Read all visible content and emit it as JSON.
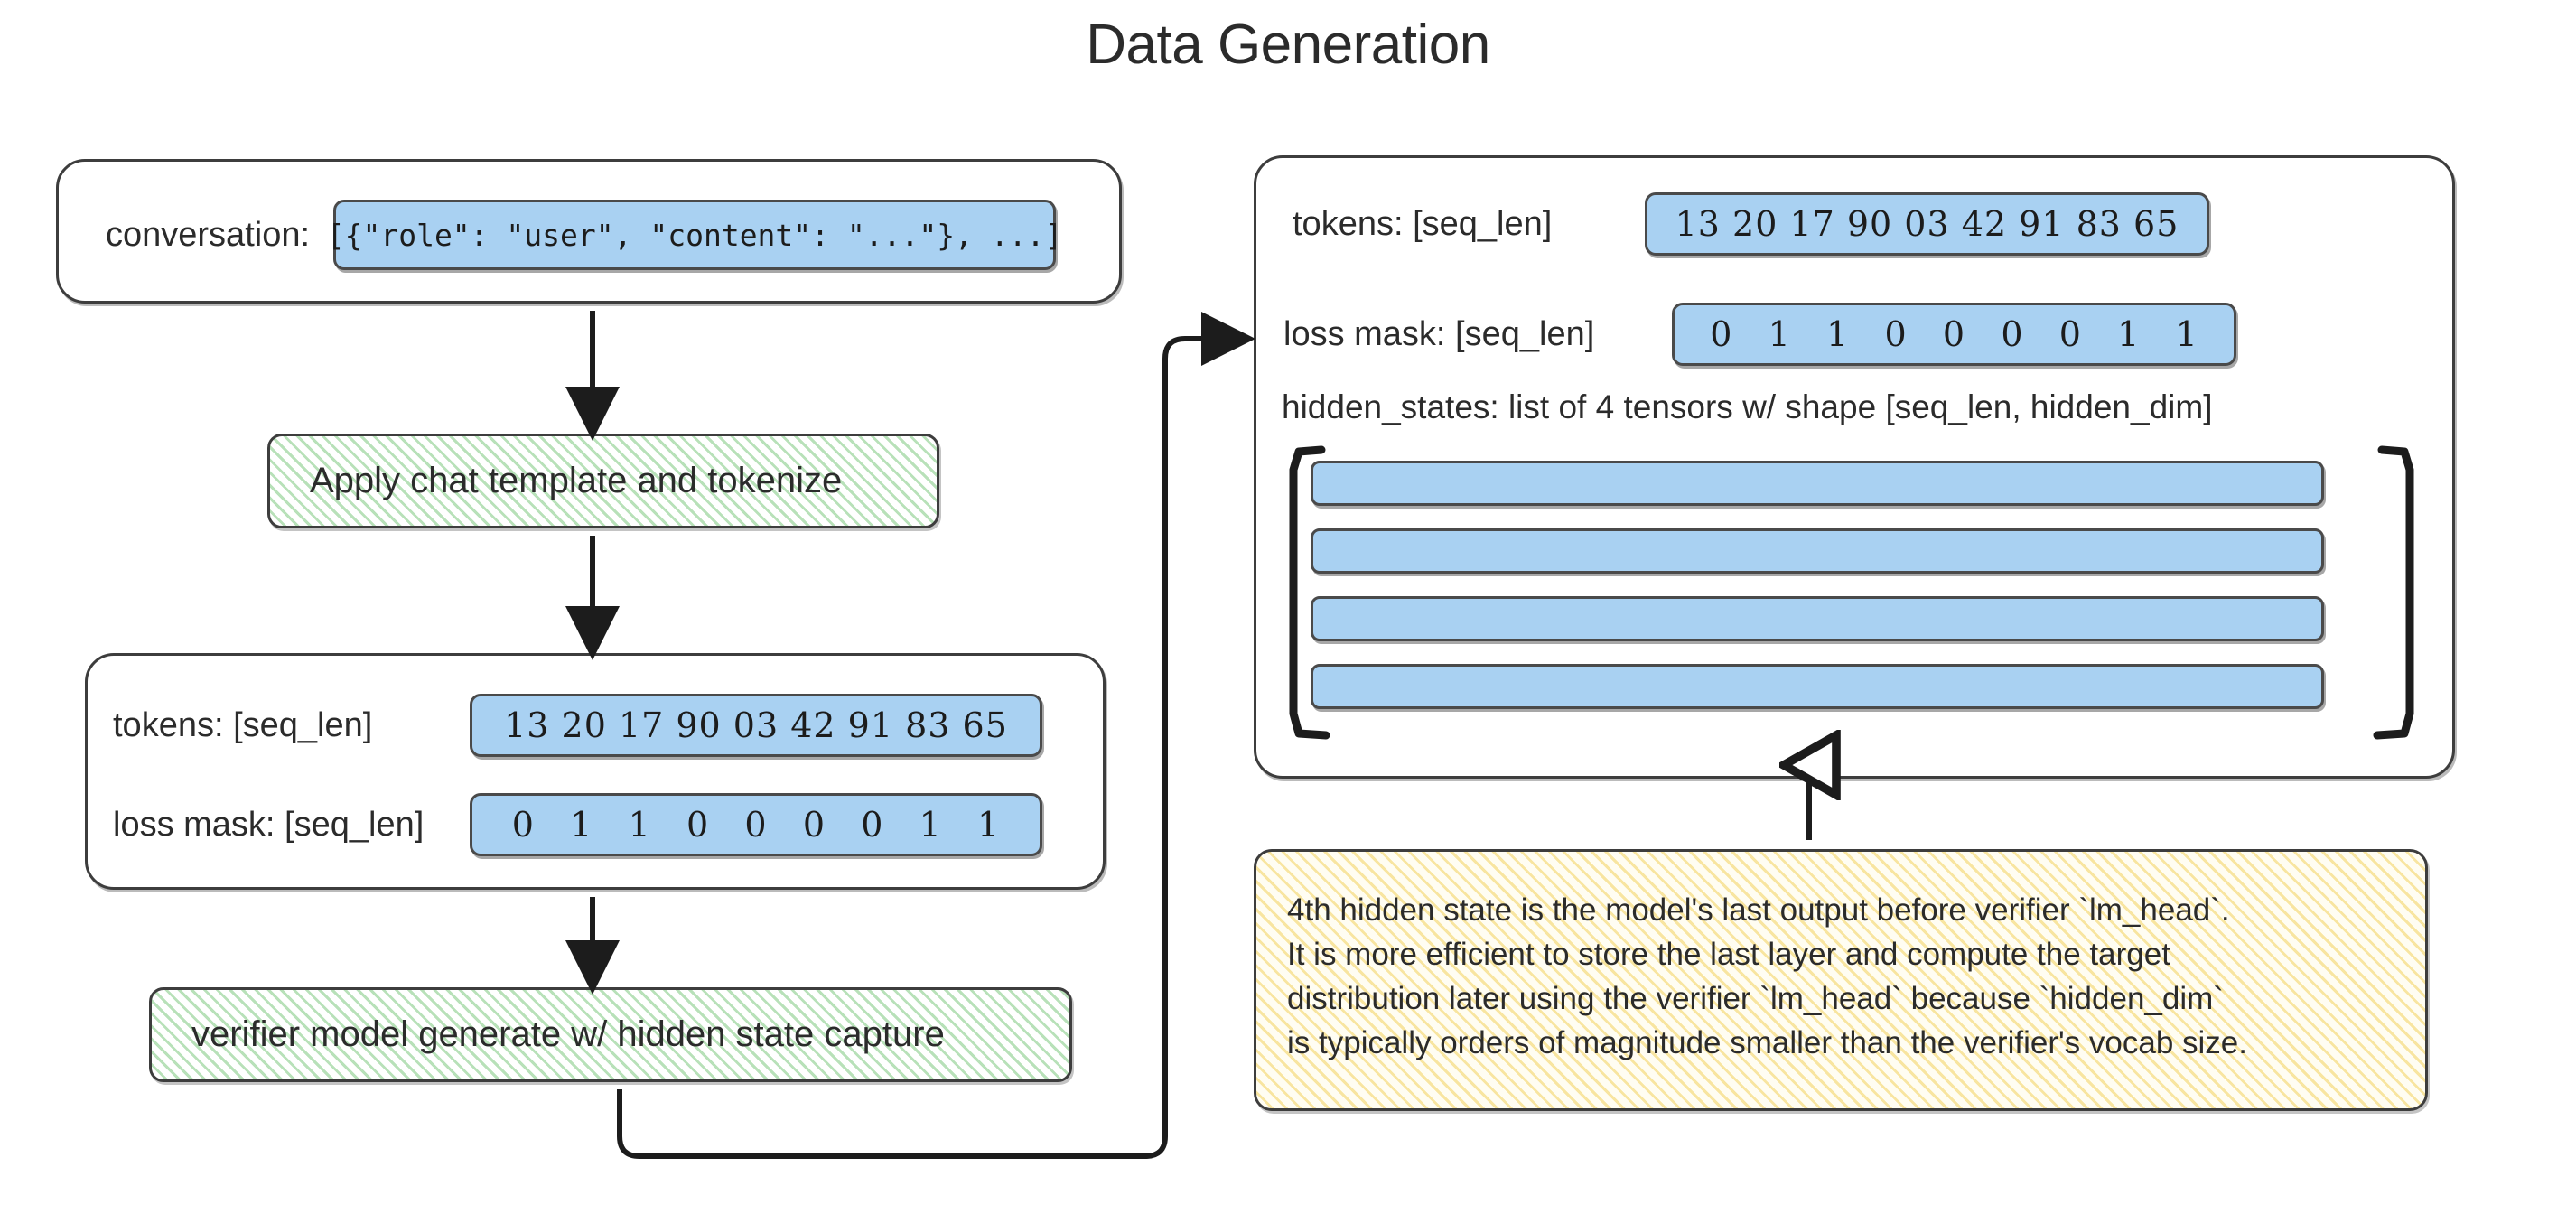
{
  "title": "Data Generation",
  "left_column": {
    "conversation_panel": {
      "label": "conversation:",
      "value": "[{\"role\": \"user\", \"content\": \"...\"}, ...]"
    },
    "step_tokenize": {
      "label": "Apply chat template and tokenize"
    },
    "tensor_panel": {
      "tokens": {
        "label": "tokens: [seq_len]",
        "value": "13 20 17 90 03 42 91 83 65"
      },
      "loss_mask": {
        "label": "loss mask: [seq_len]",
        "value": "0   1   1   0   0   0   0   1   1"
      }
    },
    "step_generate": {
      "label": "verifier model generate w/ hidden state capture"
    }
  },
  "right_column": {
    "output_panel": {
      "tokens": {
        "label": "tokens: [seq_len]",
        "value": "13 20 17 90 03 42 91 83 65"
      },
      "loss_mask": {
        "label": "loss mask: [seq_len]",
        "value": "0   1   1   0   0   0   0   1   1"
      },
      "hidden_states_label": "hidden_states: list of 4 tensors w/ shape [seq_len, hidden_dim]",
      "hidden_states_count": 4,
      "bracket_left": "[",
      "bracket_right": "]"
    },
    "note": {
      "lines": [
        "4th hidden state is the model's last output before verifier `lm_head`.",
        "It is more efficient to store the last layer and compute the target",
        "distribution later using the verifier `lm_head` because `hidden_dim`",
        "is typically orders of magnitude smaller than the verifier's vocab size."
      ]
    }
  },
  "colors": {
    "value_chip_blue": "#a9d1f2",
    "process_green": "#7ec87f",
    "note_yellow": "#f0c83c",
    "stroke": "#3d3d3d",
    "text": "#2b2b2b",
    "background": "#ffffff"
  },
  "chart_data": {
    "type": "diagram-flow",
    "title": "Data Generation",
    "nodes": [
      {
        "id": "conversation",
        "kind": "data-panel",
        "text": "conversation: [{\"role\": \"user\", \"content\": \"...\"}, ...]"
      },
      {
        "id": "tokenize",
        "kind": "process",
        "text": "Apply chat template and tokenize"
      },
      {
        "id": "tokenized",
        "kind": "data-panel",
        "text": "tokens: [seq_len] 13 20 17 90 03 42 91 83 65 / loss mask: [seq_len] 0 1 1 0 0 0 0 1 1"
      },
      {
        "id": "generate",
        "kind": "process",
        "text": "verifier model generate w/ hidden state capture"
      },
      {
        "id": "output",
        "kind": "data-panel",
        "text": "tokens, loss mask, hidden_states: list of 4 tensors w/ shape [seq_len, hidden_dim]"
      },
      {
        "id": "note",
        "kind": "note",
        "text": "4th hidden state is the model's last output before verifier `lm_head`."
      }
    ],
    "edges": [
      {
        "from": "conversation",
        "to": "tokenize",
        "style": "solid-arrow-down"
      },
      {
        "from": "tokenize",
        "to": "tokenized",
        "style": "solid-arrow-down"
      },
      {
        "from": "tokenized",
        "to": "generate",
        "style": "solid-arrow-down"
      },
      {
        "from": "generate",
        "to": "output",
        "style": "elbow-arrow-right"
      },
      {
        "from": "note",
        "to": "output",
        "style": "open-arrow-up"
      }
    ]
  }
}
